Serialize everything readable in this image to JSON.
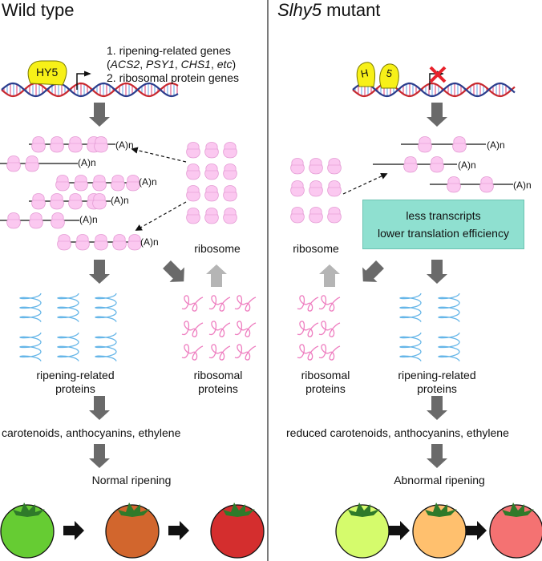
{
  "left": {
    "title": "Wild type",
    "hy5_label": "HY5",
    "gene_line1": "1. ripening-related genes",
    "gene_line2_open": "(",
    "gene_line2_acs": "ACS2",
    "gene_line2_sep1": ", ",
    "gene_line2_psy": "PSY1",
    "gene_line2_sep2": ", ",
    "gene_line2_chs": "CHS1",
    "gene_line2_sep3": ", ",
    "gene_line2_etc": "etc",
    "gene_line2_close": ")",
    "gene_line3": "2. ribosomal protein genes",
    "mrna_tail": "(A)n",
    "ribosome_label": "ribosome",
    "ripening_proteins_1": "ripening-related",
    "ripening_proteins_2": "proteins",
    "ribosomal_proteins_1": "ribosomal",
    "ribosomal_proteins_2": "proteins",
    "metabolites": "carotenoids, anthocyanins, ethylene",
    "outcome": "Normal ripening",
    "tomato_colors": [
      "#66cc33",
      "#d2662d",
      "#d42e2e"
    ]
  },
  "right": {
    "title_italic": "Slhy5",
    "title_rest": " mutant",
    "hy5_frag1": "H",
    "hy5_frag2": "5",
    "mrna_tail": "(A)n",
    "ribosome_label": "ribosome",
    "box_line1": "less transcripts",
    "box_line2": "lower translation efficiency",
    "ribosomal_proteins_1": "ribosomal",
    "ribosomal_proteins_2": "proteins",
    "ripening_proteins_1": "ripening-related",
    "ripening_proteins_2": "proteins",
    "metabolites": "reduced carotenoids, anthocyanins, ethylene",
    "outcome": "Abnormal ripening",
    "tomato_colors": [
      "#d5fb6c",
      "#ffc06e",
      "#f47272"
    ]
  },
  "colors": {
    "hy5": "#f7f018",
    "ribosome": "#fbc8f0",
    "helix_blue": "#66b6e8",
    "helix_pink": "#ee7ec0",
    "box": "#8fe0d0",
    "arrow_dark": "#6a6a6a",
    "arrow_light": "#b5b5b5",
    "cross": "#e8202a"
  }
}
